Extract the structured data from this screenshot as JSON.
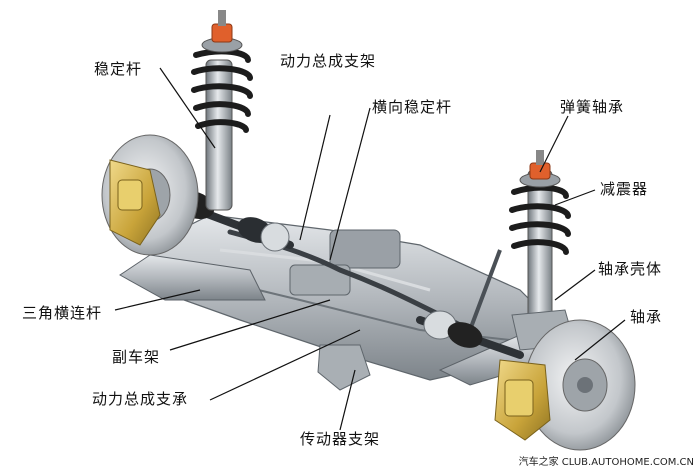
{
  "labels": {
    "stabilizer_bar": "稳定杆",
    "powertrain_mount_top": "动力总成支架",
    "transverse_stabilizer": "横向稳定杆",
    "spring_bearing": "弹簧轴承",
    "shock_absorber": "减震器",
    "bearing_housing": "轴承壳体",
    "bearing": "轴承",
    "wishbone": "三角横连杆",
    "subframe": "副车架",
    "powertrain_support": "动力总成支承",
    "transmission_mount": "传动器支架"
  },
  "watermark": "汽车之家 CLUB.AUTOHOME.COM.CN",
  "colors": {
    "caliper": "#d4b24a",
    "spring": "#222222",
    "spring_cap": "#e0602c",
    "metal": "#b8bcc0",
    "leader": "#111111"
  }
}
